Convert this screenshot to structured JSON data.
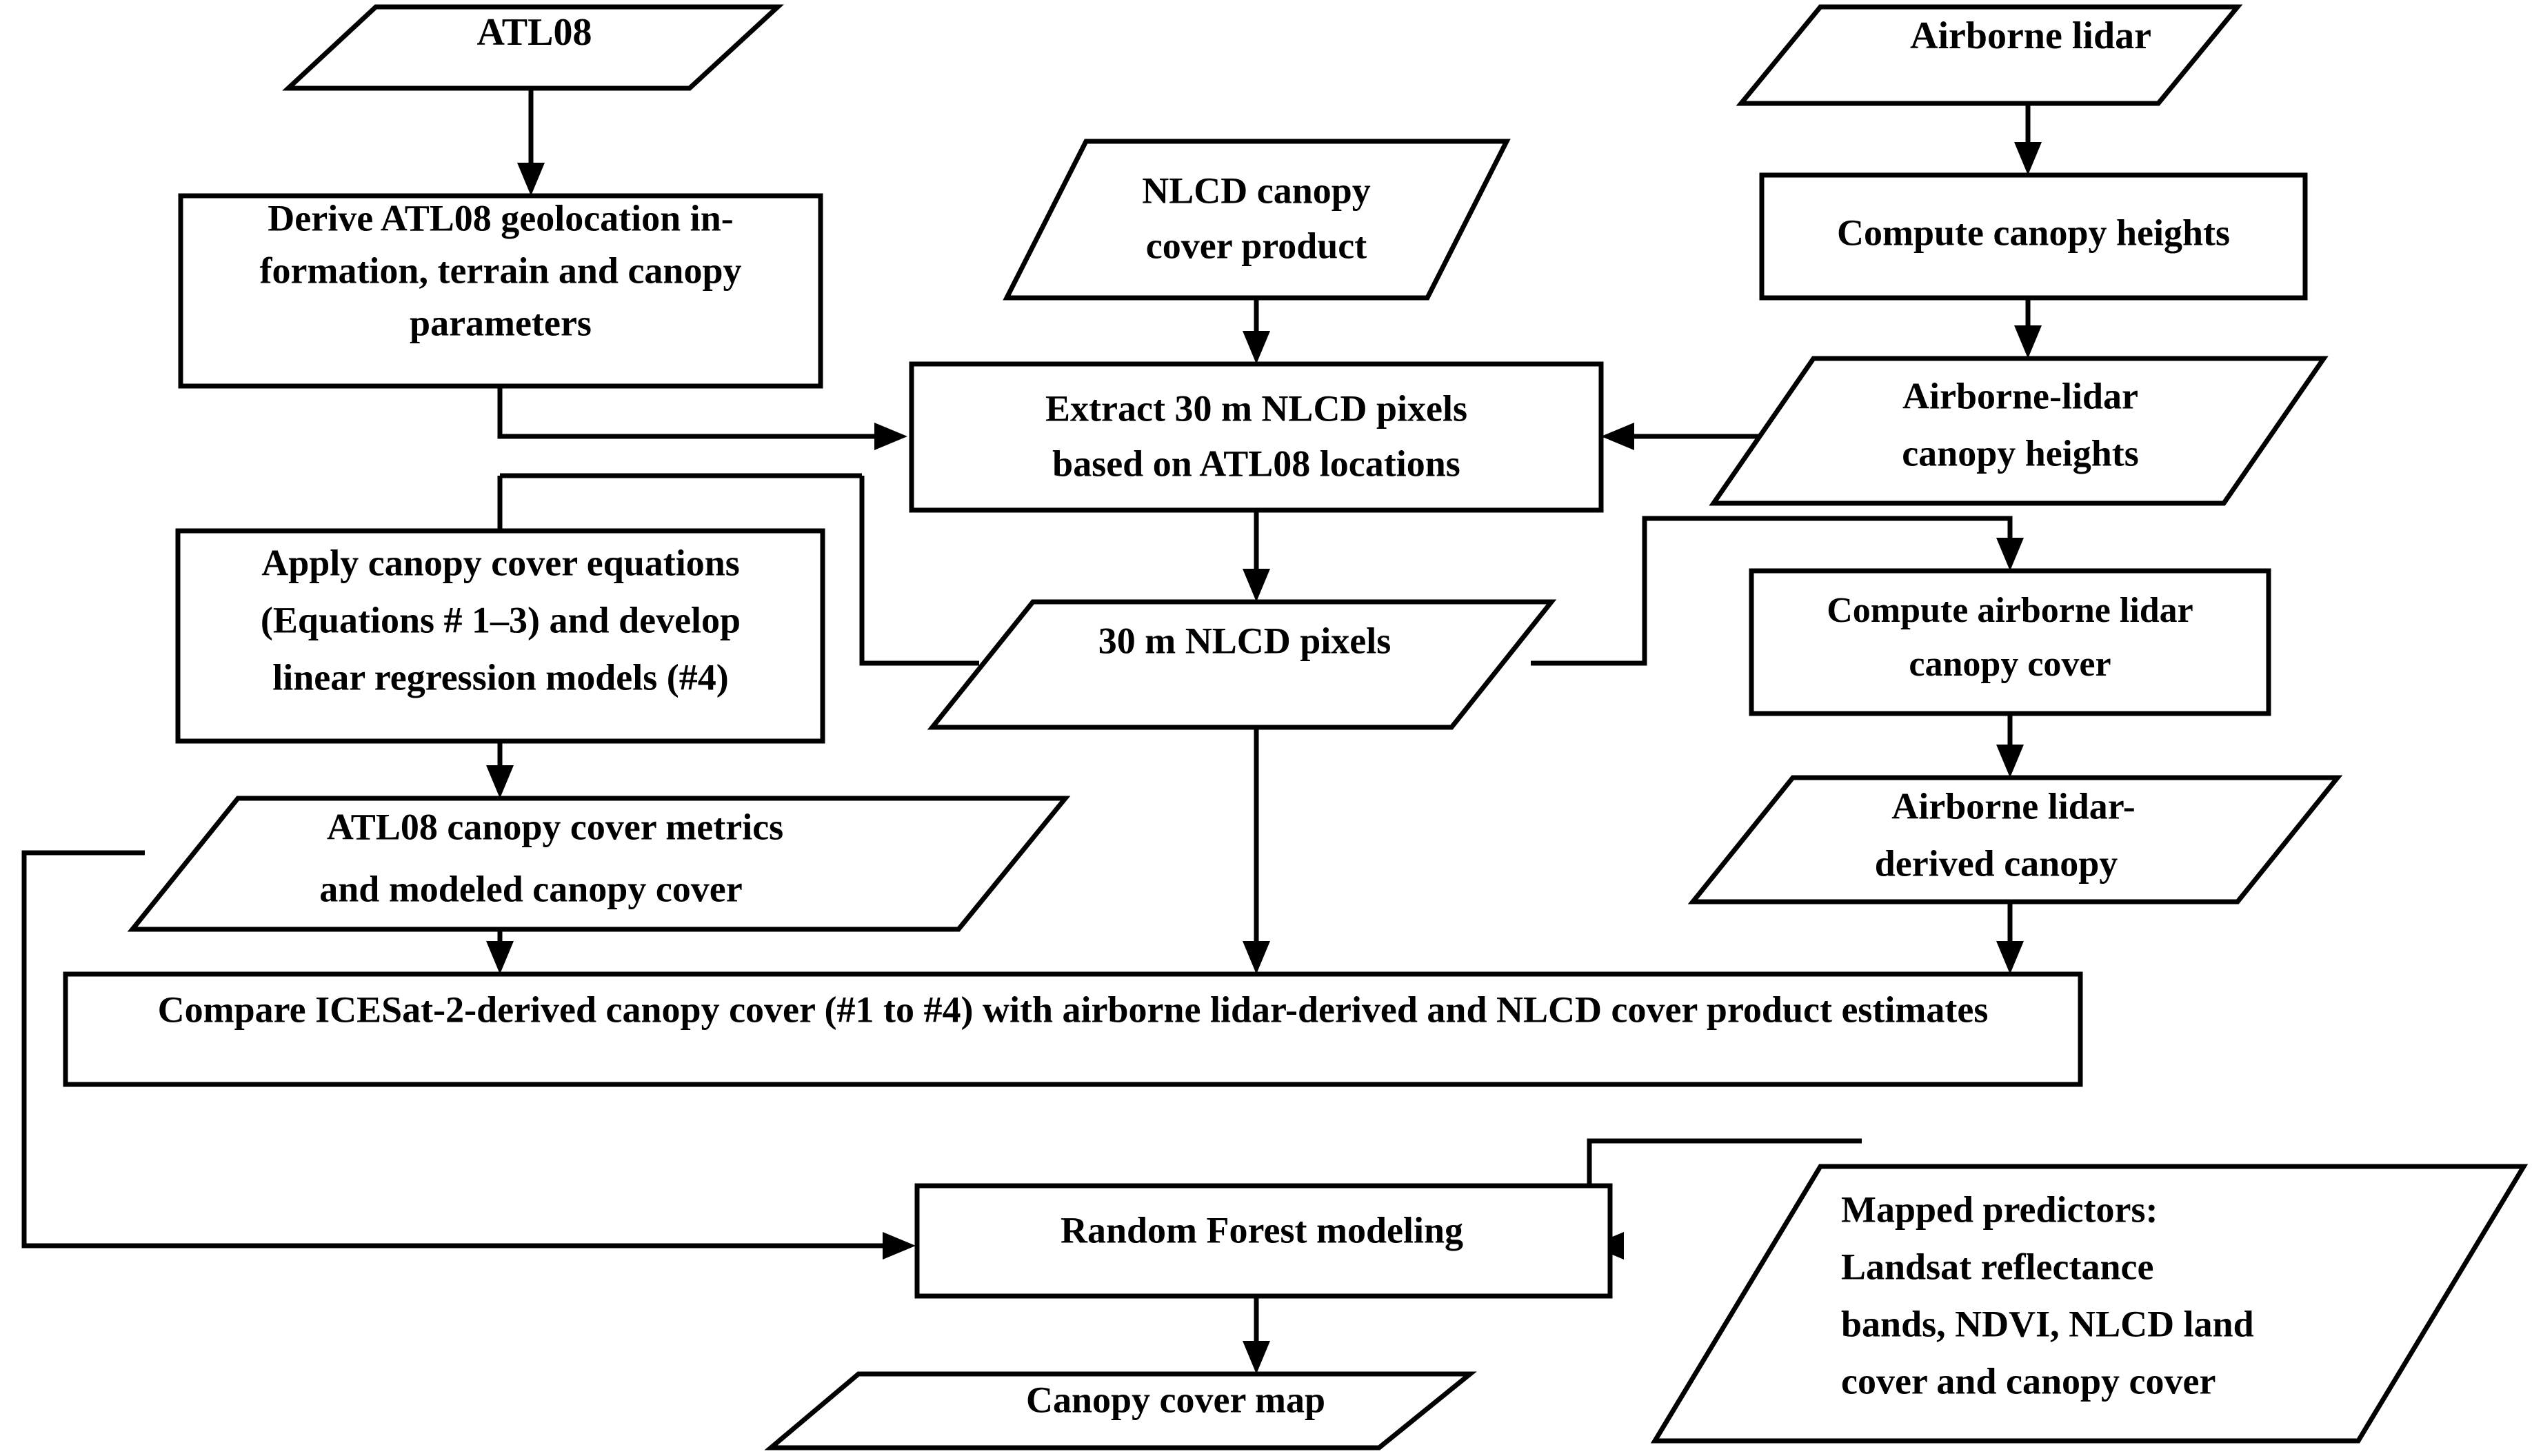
{
  "diagram": {
    "title": "ICESat-2 ATL08 canopy cover mapping workflow",
    "type": "flowchart",
    "background_color": "#ffffff",
    "line_color": "#000000",
    "text_color": "#000000"
  },
  "nodes": {
    "atl08_input": {
      "label": "ATL08",
      "shape": "parallelogram"
    },
    "derive_geoloc": {
      "label_line1": "Derive ATL08 geolocation in-",
      "label_line2": "formation, terrain and canopy",
      "label_line3": "parameters",
      "shape": "rectangle"
    },
    "nlcd_product": {
      "label_line1": "NLCD canopy",
      "label_line2": "cover product",
      "shape": "parallelogram"
    },
    "airborne_lidar": {
      "label": "Airborne lidar",
      "shape": "parallelogram"
    },
    "compute_heights": {
      "label": "Compute canopy heights",
      "shape": "rectangle"
    },
    "extract_pixels": {
      "label_line1": "Extract 30 m NLCD pixels",
      "label_line2": "based on ATL08 locations",
      "shape": "rectangle"
    },
    "lidar_heights": {
      "label_line1": "Airborne-lidar",
      "label_line2": "canopy heights",
      "shape": "parallelogram"
    },
    "apply_equations": {
      "label_line1": "Apply canopy cover equations",
      "label_line2": "(Equations # 1–3) and develop",
      "label_line3": "linear regression models (#4)",
      "shape": "rectangle"
    },
    "nlcd_pixels": {
      "label": "30 m NLCD pixels",
      "shape": "parallelogram"
    },
    "compute_lidar_cover": {
      "label_line1": "Compute airborne lidar",
      "label_line2": "canopy cover",
      "shape": "rectangle"
    },
    "atl08_metrics": {
      "label_line1": "ATL08 canopy cover metrics",
      "label_line2": "and modeled canopy cover",
      "shape": "parallelogram"
    },
    "lidar_derived_canopy": {
      "label_line1": "Airborne lidar-",
      "label_line2": "derived canopy",
      "shape": "parallelogram"
    },
    "compare": {
      "label": "Compare ICESat-2-derived canopy cover (#1 to #4) with airborne lidar-derived and NLCD cover product estimates",
      "shape": "rectangle"
    },
    "random_forest": {
      "label": "Random Forest modeling",
      "shape": "rectangle"
    },
    "mapped_predictors": {
      "label_line1": "Mapped predictors:",
      "label_line2": "Landsat reflectance",
      "label_line3": "bands, NDVI, NLCD land",
      "label_line4": "cover and canopy cover",
      "shape": "parallelogram"
    },
    "canopy_map": {
      "label": "Canopy cover map",
      "shape": "parallelogram"
    }
  },
  "edges": [
    {
      "from": "atl08_input",
      "to": "derive_geoloc",
      "arrow": true
    },
    {
      "from": "derive_geoloc",
      "to": "extract_pixels",
      "arrow": true
    },
    {
      "from": "derive_geoloc",
      "to": "apply_equations",
      "arrow": true
    },
    {
      "from": "nlcd_product",
      "to": "extract_pixels",
      "arrow": true
    },
    {
      "from": "airborne_lidar",
      "to": "compute_heights",
      "arrow": true
    },
    {
      "from": "compute_heights",
      "to": "lidar_heights",
      "arrow": true
    },
    {
      "from": "lidar_heights",
      "to": "extract_pixels",
      "arrow": true
    },
    {
      "from": "extract_pixels",
      "to": "nlcd_pixels",
      "arrow": true
    },
    {
      "from": "nlcd_pixels",
      "to": "apply_equations",
      "arrow": true
    },
    {
      "from": "nlcd_pixels",
      "to": "compute_lidar_cover",
      "arrow": true
    },
    {
      "from": "nlcd_pixels",
      "to": "compare",
      "arrow": true
    },
    {
      "from": "apply_equations",
      "to": "atl08_metrics",
      "arrow": true
    },
    {
      "from": "compute_lidar_cover",
      "to": "lidar_derived_canopy",
      "arrow": true
    },
    {
      "from": "atl08_metrics",
      "to": "compare",
      "arrow": true
    },
    {
      "from": "lidar_derived_canopy",
      "to": "compare",
      "arrow": true
    },
    {
      "from": "atl08_metrics",
      "to": "random_forest",
      "arrow": true
    },
    {
      "from": "mapped_predictors",
      "to": "random_forest",
      "arrow": true
    },
    {
      "from": "random_forest",
      "to": "canopy_map",
      "arrow": true
    }
  ]
}
